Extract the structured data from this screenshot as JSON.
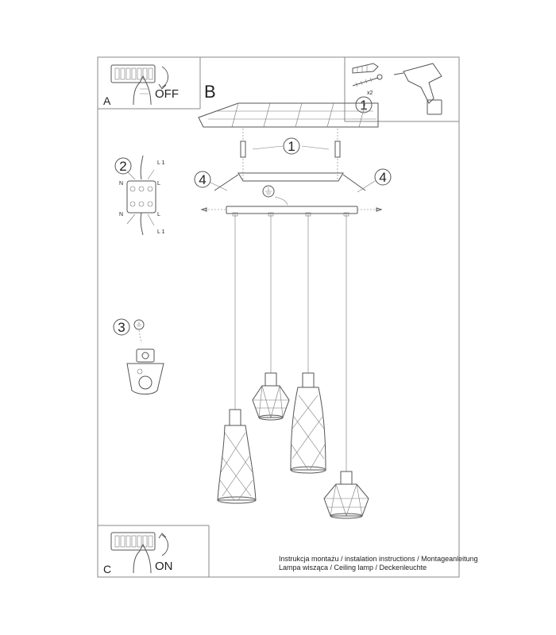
{
  "panels": {
    "a": {
      "letter": "A",
      "action": "OFF"
    },
    "b": {
      "letter": "B"
    },
    "c": {
      "letter": "C",
      "action": "ON"
    }
  },
  "callouts": {
    "one": "1",
    "two": "2",
    "three": "3",
    "four": "4"
  },
  "tools": {
    "quantity": "x2"
  },
  "wiring": {
    "left_labels": [
      "N",
      "N"
    ],
    "right_labels": [
      "L 1",
      "L",
      "L",
      "L 1"
    ]
  },
  "footer": {
    "line1": "Instrukcja montażu / instalation instructions / Montageanleitung",
    "line2": "Lampa wisząca / Ceiling lamp / Deckenleuchte"
  }
}
